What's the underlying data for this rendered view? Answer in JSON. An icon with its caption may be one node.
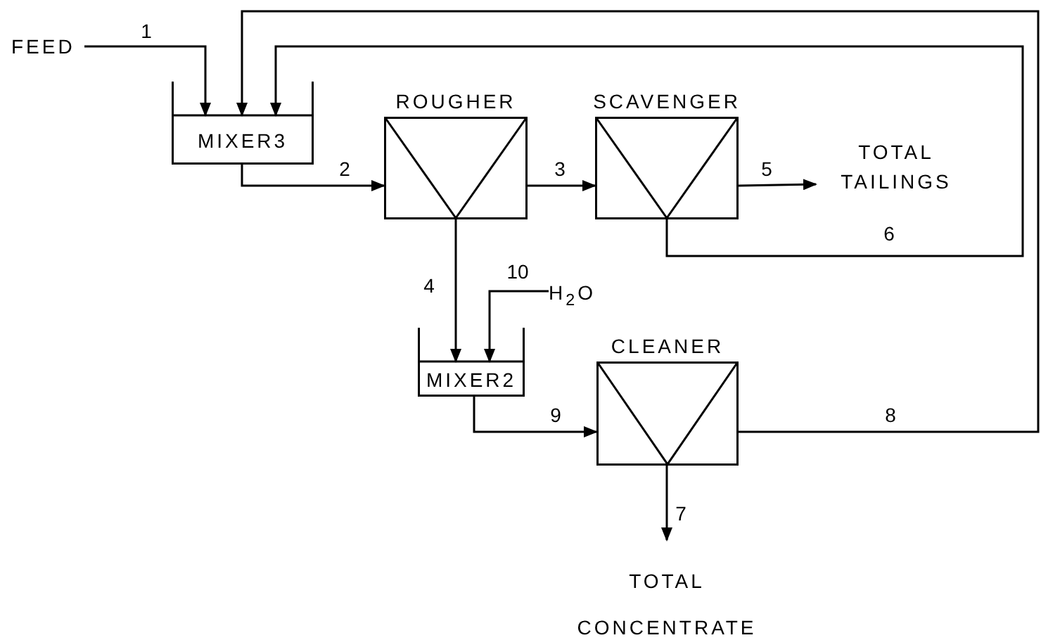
{
  "diagram": {
    "nodes": [
      {
        "text": [
          "FEED"
        ]
      },
      {
        "text": [
          "MIXER3"
        ]
      },
      {
        "text": [
          "ROUGHER"
        ]
      },
      {
        "text": [
          "SCAVENGER"
        ]
      },
      {
        "text": [
          "TOTAL TAILINGS"
        ]
      },
      {
        "text": [
          "H$_{2}$O"
        ]
      },
      {
        "text": [
          "MIXER2"
        ]
      },
      {
        "text": [
          "CLEANER"
        ]
      },
      {
        "text": [
          "TOTAL CONCENTRATE"
        ]
      }
    ],
    "edges": [
      {
        "from": 0,
        "to": 1,
        "arrow": "to",
        "label": "1"
      },
      {
        "from": 7,
        "to": 1,
        "arrow": "to",
        "label": "8"
      },
      {
        "from": 3,
        "to": 1,
        "arrow": "to",
        "label": "6"
      },
      {
        "from": 1,
        "to": 2,
        "arrow": "to",
        "label": "2"
      },
      {
        "from": 2,
        "to": 3,
        "arrow": "to",
        "label": "3"
      },
      {
        "from": 3,
        "to": 4,
        "arrow": "to",
        "label": "5"
      },
      {
        "from": 2,
        "to": 6,
        "arrow": "to",
        "label": "4"
      },
      {
        "from": 5,
        "to": 6,
        "arrow": "to",
        "label": "10"
      },
      {
        "from": 6,
        "to": 7,
        "arrow": "to",
        "label": "9"
      },
      {
        "from": 7,
        "to": 8,
        "arrow": "to",
        "label": "7"
      }
    ]
  }
}
